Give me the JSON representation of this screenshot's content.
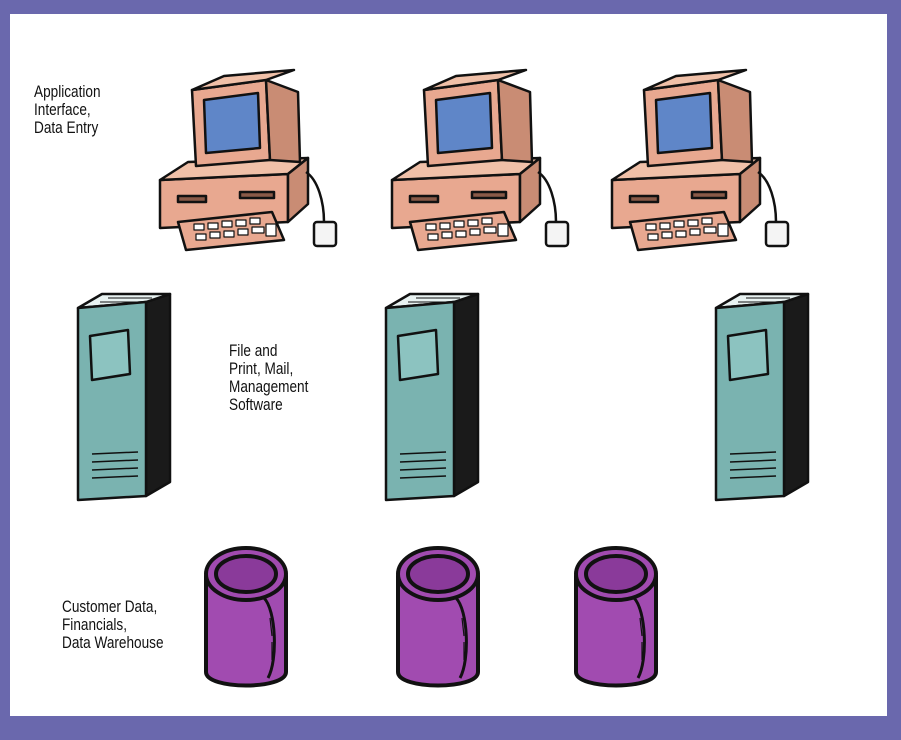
{
  "colors": {
    "frame": "#6a68ad",
    "panel": "#ffffff",
    "computer_body": "#e8a890",
    "screen": "#5f86c8",
    "server_front": "#7ab3b0",
    "server_side": "#1a1a1a",
    "database": "#a14bb0"
  },
  "tiers": [
    {
      "name": "client",
      "label_lines": [
        "Application",
        "Interface,",
        "Data  Entry"
      ],
      "icon": "desktop-computer-icon",
      "count": 3
    },
    {
      "name": "server",
      "label_lines": [
        "File and",
        "Print, Mail,",
        "Management",
        "Software"
      ],
      "icon": "server-tower-icon",
      "count": 3
    },
    {
      "name": "data",
      "label_lines": [
        "Customer Data,",
        "Financials,",
        "Data Warehouse"
      ],
      "icon": "database-cylinder-icon",
      "count": 3
    }
  ]
}
